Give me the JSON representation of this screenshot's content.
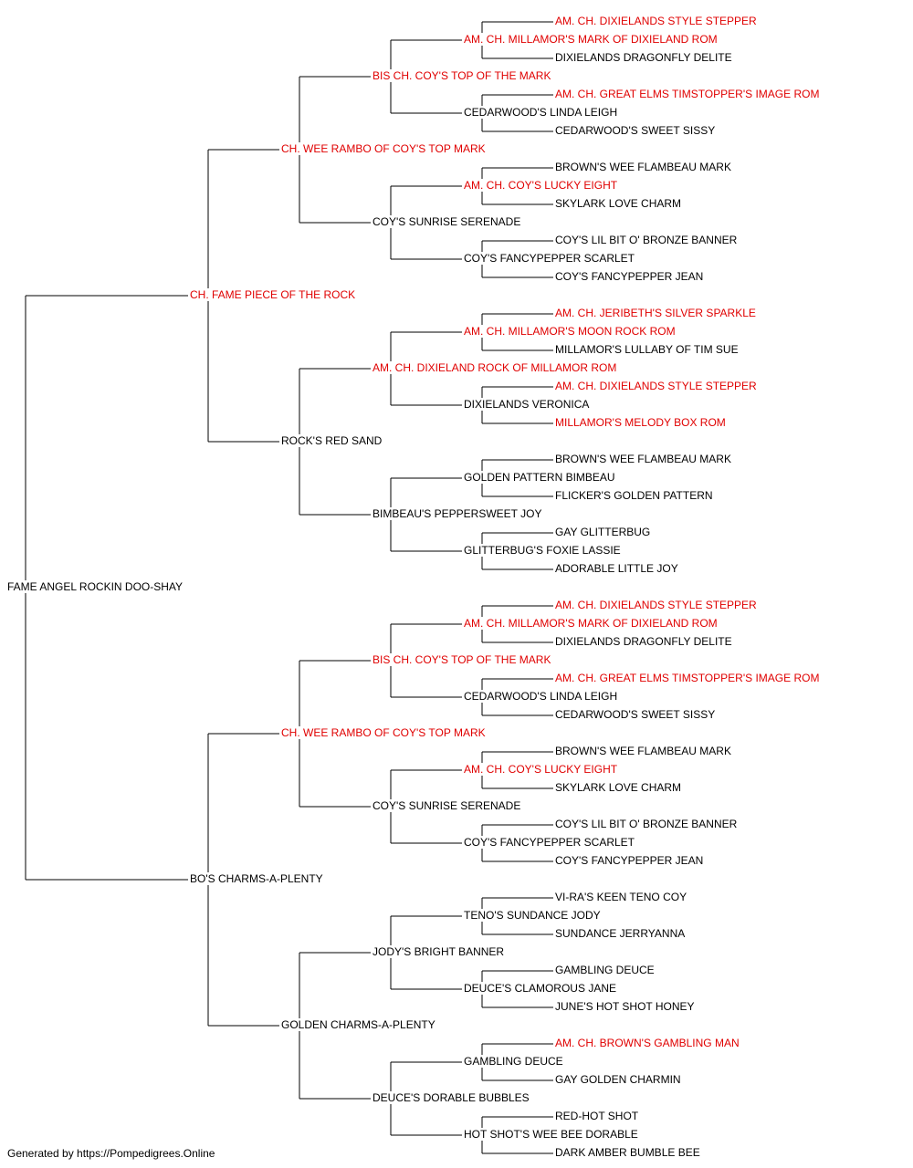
{
  "colors": {
    "champion": "#e00000",
    "normal": "#000000",
    "line": "#000000"
  },
  "tree": {
    "name": "FAME ANGEL ROCKIN DOO-SHAY",
    "champ": false,
    "sire": {
      "name": "CH. FAME PIECE OF THE ROCK",
      "champ": true,
      "sire": {
        "name": "CH. WEE RAMBO OF COY'S TOP MARK",
        "champ": true,
        "sire": {
          "name": "BIS CH. COY'S TOP OF THE MARK",
          "champ": true,
          "sire": {
            "name": "AM. CH. MILLAMOR'S MARK OF DIXIELAND ROM",
            "champ": true,
            "sire": {
              "name": "AM. CH. DIXIELANDS STYLE STEPPER",
              "champ": true
            },
            "dam": {
              "name": "DIXIELANDS DRAGONFLY DELITE",
              "champ": false
            }
          },
          "dam": {
            "name": "CEDARWOOD'S LINDA LEIGH",
            "champ": false,
            "sire": {
              "name": "AM. CH. GREAT ELMS TIMSTOPPER'S IMAGE ROM",
              "champ": true
            },
            "dam": {
              "name": "CEDARWOOD'S SWEET SISSY",
              "champ": false
            }
          }
        },
        "dam": {
          "name": "COY'S SUNRISE SERENADE",
          "champ": false,
          "sire": {
            "name": "AM. CH. COY'S LUCKY EIGHT",
            "champ": true,
            "sire": {
              "name": "BROWN'S WEE FLAMBEAU MARK",
              "champ": false
            },
            "dam": {
              "name": "SKYLARK LOVE CHARM",
              "champ": false
            }
          },
          "dam": {
            "name": "COY'S FANCYPEPPER SCARLET",
            "champ": false,
            "sire": {
              "name": "COY'S LIL BIT O' BRONZE BANNER",
              "champ": false
            },
            "dam": {
              "name": "COY'S FANCYPEPPER JEAN",
              "champ": false
            }
          }
        }
      },
      "dam": {
        "name": "ROCK'S RED SAND",
        "champ": false,
        "sire": {
          "name": "AM. CH. DIXIELAND ROCK OF MILLAMOR ROM",
          "champ": true,
          "sire": {
            "name": "AM. CH. MILLAMOR'S MOON ROCK ROM",
            "champ": true,
            "sire": {
              "name": "AM. CH. JERIBETH'S SILVER SPARKLE",
              "champ": true
            },
            "dam": {
              "name": "MILLAMOR'S LULLABY OF TIM SUE",
              "champ": false
            }
          },
          "dam": {
            "name": "DIXIELANDS VERONICA",
            "champ": false,
            "sire": {
              "name": "AM. CH. DIXIELANDS STYLE STEPPER",
              "champ": true
            },
            "dam": {
              "name": "MILLAMOR'S MELODY BOX ROM",
              "champ": true
            }
          }
        },
        "dam": {
          "name": "BIMBEAU'S PEPPERSWEET JOY",
          "champ": false,
          "sire": {
            "name": "GOLDEN PATTERN BIMBEAU",
            "champ": false,
            "sire": {
              "name": "BROWN'S WEE FLAMBEAU MARK",
              "champ": false
            },
            "dam": {
              "name": "FLICKER'S GOLDEN PATTERN",
              "champ": false
            }
          },
          "dam": {
            "name": "GLITTERBUG'S FOXIE LASSIE",
            "champ": false,
            "sire": {
              "name": "GAY GLITTERBUG",
              "champ": false
            },
            "dam": {
              "name": "ADORABLE LITTLE JOY",
              "champ": false
            }
          }
        }
      }
    },
    "dam": {
      "name": "BO'S CHARMS-A-PLENTY",
      "champ": false,
      "sire": {
        "name": "CH. WEE RAMBO OF COY'S TOP MARK",
        "champ": true,
        "sire": {
          "name": "BIS CH. COY'S TOP OF THE MARK",
          "champ": true,
          "sire": {
            "name": "AM. CH. MILLAMOR'S MARK OF DIXIELAND ROM",
            "champ": true,
            "sire": {
              "name": "AM. CH. DIXIELANDS STYLE STEPPER",
              "champ": true
            },
            "dam": {
              "name": "DIXIELANDS DRAGONFLY DELITE",
              "champ": false
            }
          },
          "dam": {
            "name": "CEDARWOOD'S LINDA LEIGH",
            "champ": false,
            "sire": {
              "name": "AM. CH. GREAT ELMS TIMSTOPPER'S IMAGE ROM",
              "champ": true
            },
            "dam": {
              "name": "CEDARWOOD'S SWEET SISSY",
              "champ": false
            }
          }
        },
        "dam": {
          "name": "COY'S SUNRISE SERENADE",
          "champ": false,
          "sire": {
            "name": "AM. CH. COY'S LUCKY EIGHT",
            "champ": true,
            "sire": {
              "name": "BROWN'S WEE FLAMBEAU MARK",
              "champ": false
            },
            "dam": {
              "name": "SKYLARK LOVE CHARM",
              "champ": false
            }
          },
          "dam": {
            "name": "COY'S FANCYPEPPER SCARLET",
            "champ": false,
            "sire": {
              "name": "COY'S LIL BIT O' BRONZE BANNER",
              "champ": false
            },
            "dam": {
              "name": "COY'S FANCYPEPPER JEAN",
              "champ": false
            }
          }
        }
      },
      "dam": {
        "name": "GOLDEN CHARMS-A-PLENTY",
        "champ": false,
        "sire": {
          "name": "JODY'S BRIGHT BANNER",
          "champ": false,
          "sire": {
            "name": "TENO'S SUNDANCE JODY",
            "champ": false,
            "sire": {
              "name": "VI-RA'S KEEN TENO COY",
              "champ": false
            },
            "dam": {
              "name": "SUNDANCE JERRYANNA",
              "champ": false
            }
          },
          "dam": {
            "name": "DEUCE'S CLAMOROUS JANE",
            "champ": false,
            "sire": {
              "name": "GAMBLING DEUCE",
              "champ": false
            },
            "dam": {
              "name": "JUNE'S HOT SHOT HONEY",
              "champ": false
            }
          }
        },
        "dam": {
          "name": "DEUCE'S DORABLE BUBBLES",
          "champ": false,
          "sire": {
            "name": "GAMBLING DEUCE",
            "champ": false,
            "sire": {
              "name": "AM. CH. BROWN'S GAMBLING MAN",
              "champ": true
            },
            "dam": {
              "name": "GAY GOLDEN CHARMIN",
              "champ": false
            }
          },
          "dam": {
            "name": "HOT SHOT'S WEE BEE DORABLE",
            "champ": false,
            "sire": {
              "name": "RED-HOT SHOT",
              "champ": false
            },
            "dam": {
              "name": "DARK AMBER BUMBLE BEE",
              "champ": false
            }
          }
        }
      }
    }
  },
  "footer": {
    "text": "Generated by https://Pompedigrees.Online"
  }
}
